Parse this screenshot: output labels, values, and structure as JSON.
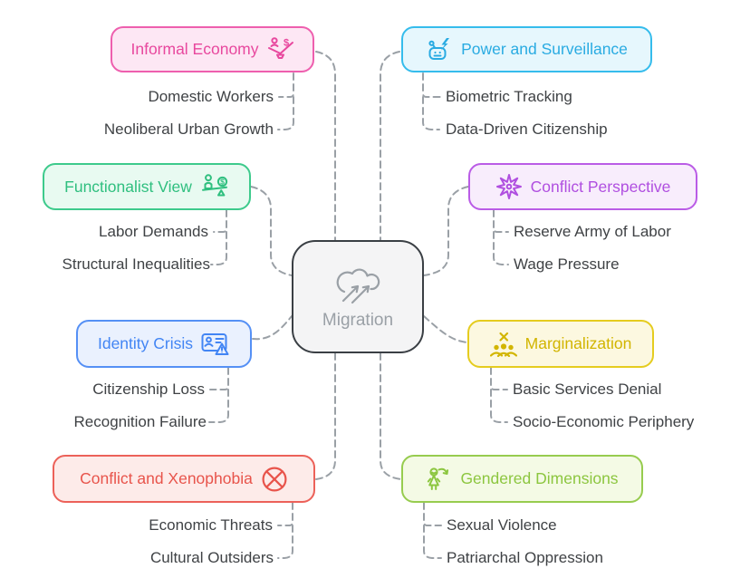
{
  "center_node": {
    "label": "Migration",
    "icon": "cloud-migration-icon"
  },
  "branches": [
    {
      "label": "Informal Economy",
      "icon": "money-scale-icon",
      "side": "left",
      "accent": "#E8489E",
      "border": "#EE5FAE",
      "background": "#FDE7F4",
      "children": [
        "Domestic Workers",
        "Neoliberal Urban Growth"
      ]
    },
    {
      "label": "Power and Surveillance",
      "icon": "robot-lightning-icon",
      "side": "right",
      "accent": "#29ABE2",
      "border": "#35BCEC",
      "background": "#E6F7FD",
      "children": [
        "Biometric Tracking",
        "Data-Driven Citizenship"
      ]
    },
    {
      "label": "Functionalist View",
      "icon": "person-coin-balance-icon",
      "side": "left",
      "accent": "#2FBF7F",
      "border": "#3DCA8C",
      "background": "#E8FAF1",
      "children": [
        "Labor Demands",
        "Structural Inequalities"
      ]
    },
    {
      "label": "Conflict Perspective",
      "icon": "burst-star-icon",
      "side": "right",
      "accent": "#B04FE0",
      "border": "#BA5CE6",
      "background": "#F8EDFC",
      "children": [
        "Reserve Army of Labor",
        "Wage Pressure"
      ]
    },
    {
      "label": "Identity Crisis",
      "icon": "id-card-warning-icon",
      "side": "left",
      "accent": "#4285F4",
      "border": "#5590F5",
      "background": "#EAF1FE",
      "children": [
        "Citizenship Loss",
        "Recognition Failure"
      ]
    },
    {
      "label": "Marginalization",
      "icon": "excluded-people-icon",
      "side": "right",
      "accent": "#D2B500",
      "border": "#E5CC1F",
      "background": "#FCF8E0",
      "children": [
        "Basic Services Denial",
        "Socio-Economic Periphery"
      ]
    },
    {
      "label": "Conflict and Xenophobia",
      "icon": "circle-x-icon",
      "side": "left",
      "accent": "#E8544B",
      "border": "#EC6159",
      "background": "#FDEBE9",
      "children": [
        "Economic Threats",
        "Cultural Outsiders"
      ]
    },
    {
      "label": "Gendered Dimensions",
      "icon": "woman-arrow-icon",
      "side": "right",
      "accent": "#8CC63F",
      "border": "#97CC4F",
      "background": "#F4FAE5",
      "children": [
        "Sexual Violence",
        "Patriarchal Oppression"
      ]
    }
  ],
  "palette": {
    "connector": "#9AA0A6",
    "child_text": "#3F4245",
    "central_border": "#3A3F44",
    "central_background": "#F4F4F5",
    "page_background": "#FFFFFF"
  }
}
